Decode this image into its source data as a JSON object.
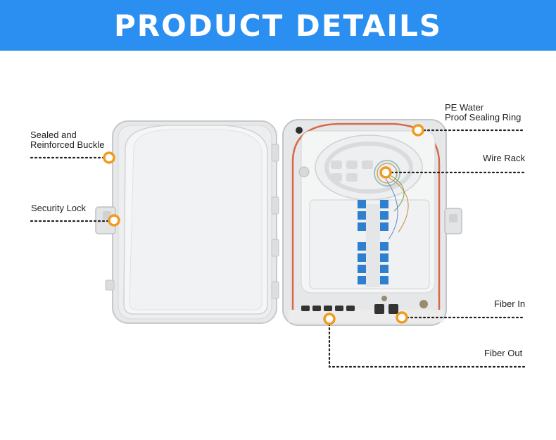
{
  "banner": {
    "title": "PRODUCT DETAILS"
  },
  "labels": {
    "sealed": [
      "Sealed and",
      "Reinforced Buckle"
    ],
    "security": "Security Lock",
    "pe_water": [
      "PE Water",
      "Proof Sealing Ring"
    ],
    "wire_rack": "Wire Rack",
    "fiber_in": "Fiber In",
    "fiber_out": "Fiber Out"
  },
  "colors": {
    "banner": "#2a8ff0",
    "marker": "#f39a1e",
    "adapter": "#2f7fd0",
    "seal": "#d56a4a"
  }
}
